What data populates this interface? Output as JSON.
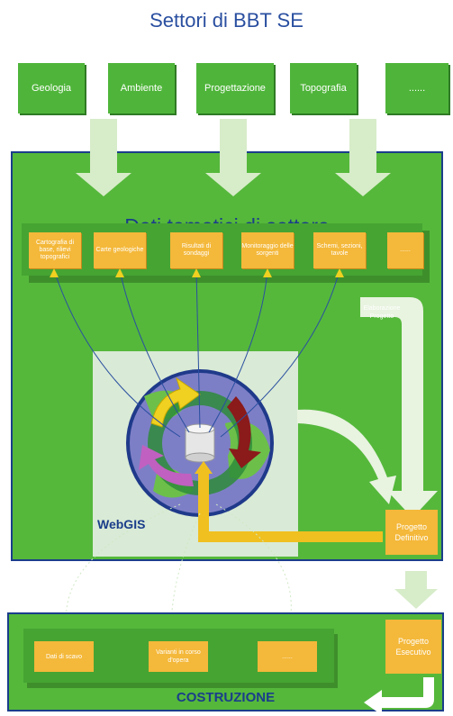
{
  "title": "Settori di BBT SE",
  "sectors": [
    "Geologia",
    "Ambiente",
    "Progettazione",
    "Topografia",
    "......"
  ],
  "thematic_heading": "Dati tematici di settore",
  "thematic_items": [
    "Cartografia di base, rilievi topografici",
    "Carte geologiche",
    "Risultati di sondaggi",
    "Monitoraggio delle sorgenti",
    "Schemi, sezioni, tavole",
    "......"
  ],
  "elaborazione_label": "Elaborazione Progetto",
  "webgis_label": "WebGIS",
  "progetto_definitivo": "Progetto Definitivo",
  "progetto_esecutivo": "Progetto Esecutivo",
  "construction_items": [
    "Dati di scavo",
    "Varianti in corso d'opera",
    "......"
  ],
  "construction_label": "COSTRUZIONE",
  "colors": {
    "green": "#55b83b",
    "dark_green": "#3e8f2b",
    "box_orange": "#f4b83a",
    "navy": "#1a3d8a",
    "arrow_pale": "#d7ecc9"
  }
}
